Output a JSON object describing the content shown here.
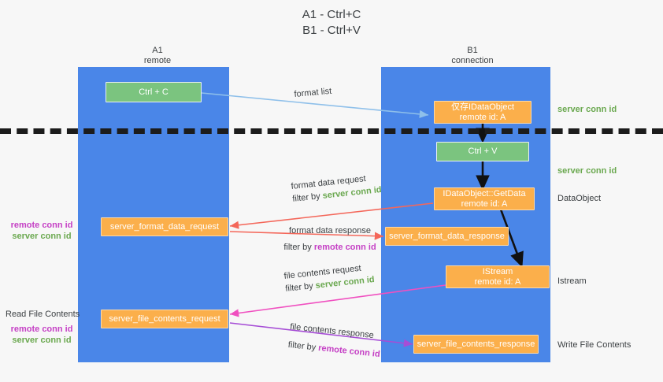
{
  "title": {
    "line1": "A1 - Ctrl+C",
    "line2": "B1 - Ctrl+V"
  },
  "lanes": [
    {
      "name": "A1",
      "sub": "remote"
    },
    {
      "name": "B1",
      "sub": "connection"
    }
  ],
  "boxes": {
    "ctrl_c": "Ctrl + C",
    "ctrl_v": "Ctrl + V",
    "idataobject_title": "仅存IDataObject",
    "idataobject_sub": "remote id: A",
    "getdata_title": "IDataObject::GetData",
    "getdata_sub": "remote id: A",
    "istream_title": "IStream",
    "istream_sub": "remote id: A",
    "server_format_data_request": "server_format_data_request",
    "server_format_data_response": "server_format_data_response",
    "server_file_contents_request": "server_file_contents_request",
    "server_file_contents_response": "server_file_contents_response"
  },
  "edge_labels": {
    "format_list": "format list",
    "format_data_request": "format data request",
    "format_data_response": "format data response",
    "file_contents_request": "file contents request",
    "file_contents_response": "file contents response",
    "filter_by": "filter by ",
    "server_conn_id": "server conn id",
    "remote_conn_id": "remote conn id"
  },
  "side_labels": {
    "right_server_conn_id_top": "server conn id",
    "right_server_conn_id_mid": "server conn id",
    "right_dataobject": "DataObject",
    "right_istream": "Istream",
    "right_write_file_contents": "Write File Contents",
    "left_remote_conn_id_1": "remote conn id",
    "left_server_conn_id_1": "server conn id",
    "left_read_file_contents": "Read File Contents",
    "left_remote_conn_id_2": "remote conn id",
    "left_server_conn_id_2": "server conn id"
  },
  "colors": {
    "lane": "#4a86e8",
    "green_box": "#7bc47f",
    "orange_box": "#fbaf4b",
    "green_text": "#6aa84f",
    "magenta_text": "#c540c5",
    "background": "#f7f7f7",
    "divider": "#1c1c1c"
  }
}
